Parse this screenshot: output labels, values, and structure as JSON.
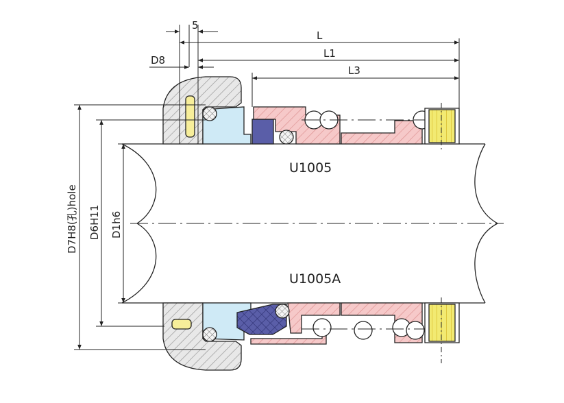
{
  "dimensions": {
    "s": "5",
    "l": "L",
    "l1": "L1",
    "l3": "L3",
    "d8": "D8",
    "d7": "D7H8(孔)hole",
    "d6": "D6H11",
    "d1": "D1h6"
  },
  "models": {
    "top": "U1005",
    "bottom": "U1005A"
  },
  "colors": {
    "gland_fill": "#e4e4e4",
    "rotary_fill": "#f6c9c9",
    "seat_fill": "#cfeaf6",
    "oring_fill": "#ffffff",
    "bellows_fill": "#5a5ea8",
    "collar_fill": "#f2ea72",
    "pin_fill": "#f7ee9a",
    "hatch_gray": "#8a8a8a",
    "hatch_red": "#d98888",
    "hatch_collar": "#c8a000"
  }
}
